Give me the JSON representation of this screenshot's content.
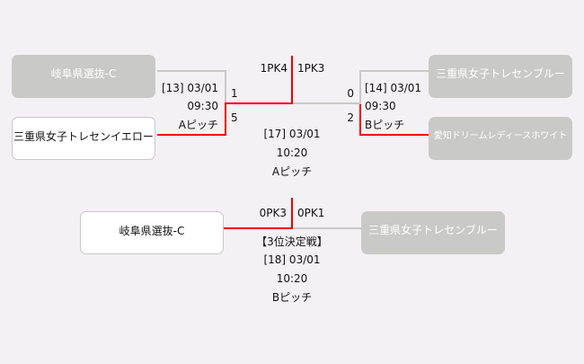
{
  "semifinals": [
    {
      "id": "[13] 03/01",
      "time": "09:30",
      "pitch": "Aピッチ",
      "top_team": "岐阜県選抜-C",
      "top_score": "1",
      "bottom_team": "三重県女子トレセンイエロー",
      "bottom_score": "5",
      "winner": "bottom"
    },
    {
      "id": "[14] 03/01",
      "time": "09:30",
      "pitch": "Bピッチ",
      "top_team": "三重県女子トレセンブルー",
      "top_score": "0",
      "bottom_team": "愛知ドリームレディースホワイト",
      "bottom_score": "2",
      "winner": "bottom"
    }
  ],
  "final": {
    "id": "[17] 03/01",
    "time": "10:20",
    "pitch": "Aピッチ",
    "left_score": "1PK4",
    "right_score": "1PK3"
  },
  "third_place": {
    "title": "【3位決定戦】",
    "id": "[18] 03/01",
    "time": "10:20",
    "pitch": "Bピッチ",
    "left_team": "岐阜県選抜-C",
    "right_team": "三重県女子トレセンブルー",
    "left_score": "0PK3",
    "right_score": "0PK1"
  },
  "colors": {
    "winner_line": "#ee0000",
    "loser_line": "#c9c9c7",
    "loser_box": "#c9c9c7"
  }
}
